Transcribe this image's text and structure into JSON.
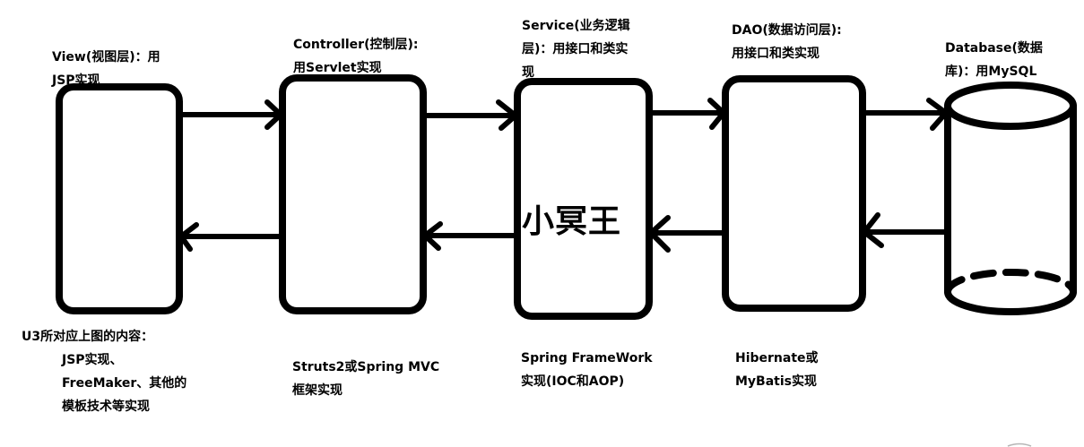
{
  "diagram": {
    "stroke_color": "#000000",
    "background_color": "#ffffff",
    "layers": [
      {
        "id": "view",
        "title_lines": [
          "View(视图层)：用",
          "JSP实现"
        ],
        "tech_lines": [
          "U3所对应上图的内容：",
          "JSP实现、",
          "FreeMaker、其他的",
          "模板技术等实现"
        ],
        "shape": "rounded-rect"
      },
      {
        "id": "controller",
        "title_lines": [
          "Controller(控制层):",
          "用Servlet实现"
        ],
        "tech_lines": [
          "Struts2或Spring MVC",
          "框架实现"
        ],
        "shape": "rounded-rect"
      },
      {
        "id": "service",
        "title_lines": [
          "Service(业务逻辑",
          "层)：用接口和类实",
          "现"
        ],
        "tech_lines": [
          "Spring FrameWork",
          "实现(IOC和AOP)"
        ],
        "center_text": "小冥王",
        "shape": "rounded-rect"
      },
      {
        "id": "dao",
        "title_lines": [
          "DAO(数据访问层):",
          "用接口和类实现"
        ],
        "tech_lines": [
          "Hibernate或",
          "MyBatis实现"
        ],
        "shape": "rounded-rect"
      },
      {
        "id": "database",
        "title_lines": [
          "Database(数据",
          "库)：用MySQL"
        ],
        "tech_lines": [],
        "shape": "cylinder"
      }
    ],
    "connections": [
      {
        "from": "view",
        "to": "controller",
        "direction": "forward"
      },
      {
        "from": "controller",
        "to": "view",
        "direction": "back"
      },
      {
        "from": "controller",
        "to": "service",
        "direction": "forward"
      },
      {
        "from": "service",
        "to": "controller",
        "direction": "back"
      },
      {
        "from": "service",
        "to": "dao",
        "direction": "forward"
      },
      {
        "from": "dao",
        "to": "service",
        "direction": "back"
      },
      {
        "from": "dao",
        "to": "database",
        "direction": "forward"
      },
      {
        "from": "database",
        "to": "dao",
        "direction": "back"
      }
    ]
  }
}
